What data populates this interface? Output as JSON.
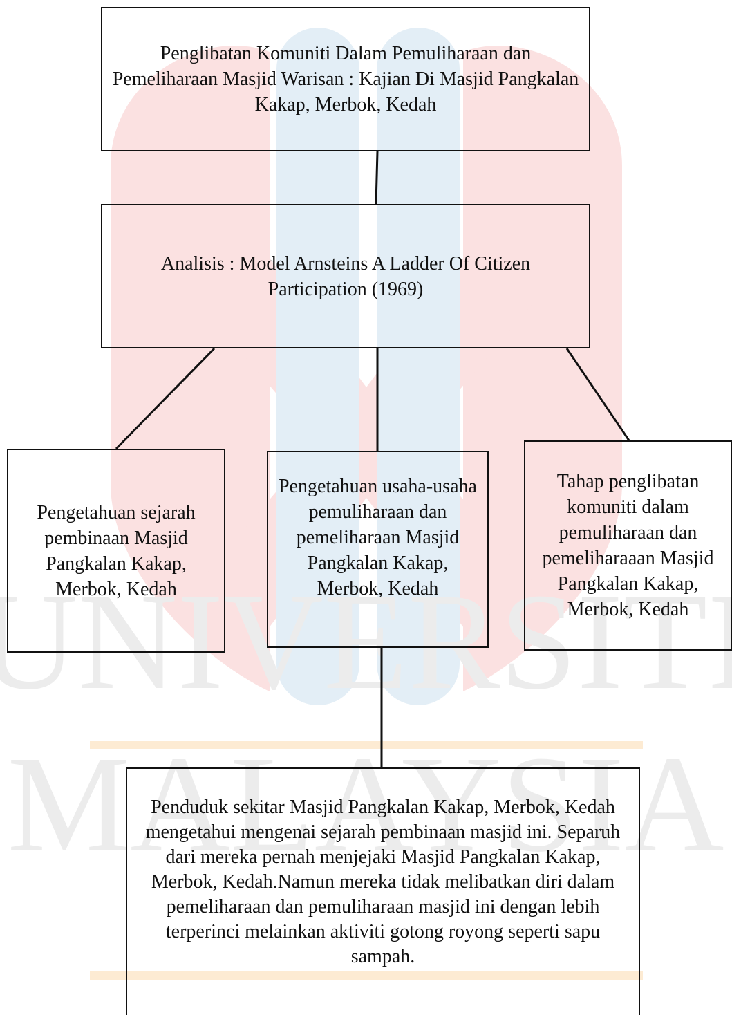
{
  "diagram": {
    "title_box": "Penglibatan Komuniti Dalam Pemuliharaan dan Pemeliharaan Masjid Warisan : Kajian Di Masjid Pangkalan Kakap, Merbok, Kedah",
    "analysis_box": "Analisis : Model Arnsteins A Ladder Of Citizen Participation (1969)",
    "branches": [
      {
        "text": "Pengetahuan sejarah pembinaan Masjid Pangkalan Kakap, Merbok, Kedah"
      },
      {
        "text": "Pengetahuan usaha-usaha pemuliharaan dan pemeliharaan Masjid Pangkalan Kakap, Merbok, Kedah"
      },
      {
        "text": "Tahap penglibatan komuniti dalam pemuliharaan dan pemeliharaaan Masjid Pangkalan Kakap, Merbok, Kedah"
      }
    ],
    "finding_box": "Penduduk sekitar Masjid Pangkalan Kakap, Merbok, Kedah mengetahui mengenai sejarah pembinaan masjid ini. Separuh dari mereka pernah menjejaki Masjid Pangkalan Kakap, Merbok, Kedah.Namun mereka tidak melibatkan diri dalam pemeliharaan dan pemuliharaan masjid ini dengan lebih terperinci melainkan aktiviti gotong royong seperti sapu sampah."
  },
  "watermark": {
    "text_line_1": "UNIVERSITI",
    "text_line_2": "MALAYSIA",
    "colors": {
      "red": "#fbe1e1",
      "blue": "#e3eef6",
      "gray": "#ececec",
      "orange": "#fdebd3"
    }
  }
}
